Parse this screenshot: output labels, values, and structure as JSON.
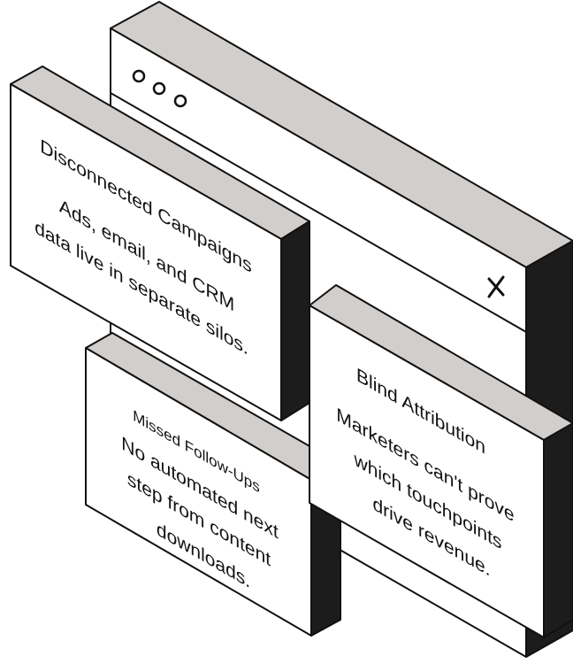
{
  "window": {
    "controls": [
      "dot",
      "dot",
      "dot"
    ],
    "close_icon": "close-icon"
  },
  "cards": [
    {
      "title": "Disconnected Campaigns",
      "lines": [
        "Ads, email, and CRM",
        "data live in separate silos."
      ]
    },
    {
      "title": "Missed Follow-Ups",
      "lines": [
        "No automated next",
        "step from content",
        "downloads."
      ]
    },
    {
      "title": "Blind Attribution",
      "lines": [
        "Marketers can't prove",
        "which touchpoints",
        "drive revenue."
      ]
    }
  ],
  "colors": {
    "top_face": "#d1cecb",
    "side_face": "#1c1c1c",
    "front_face": "#ffffff"
  }
}
